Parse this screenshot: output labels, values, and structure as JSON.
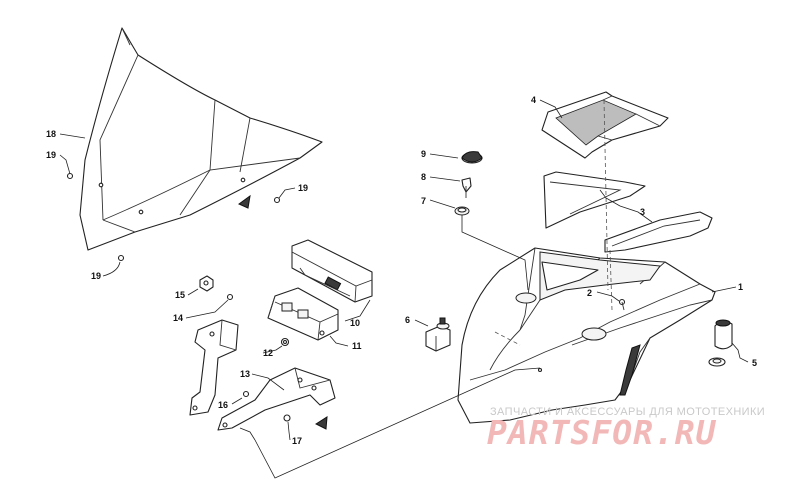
{
  "diagram": {
    "callouts": {
      "c1": "1",
      "c2": "2",
      "c3": "3",
      "c4": "4",
      "c5": "5",
      "c6": "6",
      "c7": "7",
      "c8": "8",
      "c9": "9",
      "c10": "10",
      "c11": "11",
      "c12": "12",
      "c13": "13",
      "c14": "14",
      "c15": "15",
      "c16": "16",
      "c17": "17",
      "c18": "18",
      "c19a": "19",
      "c19b": "19",
      "c19c": "19"
    }
  },
  "watermark": {
    "tagline": "ЗАПЧАСТИ И АКСЕССУАРЫ ДЛЯ МОТОТЕХНИКИ",
    "brand": "PARTSFOR.RU"
  },
  "colors": {
    "line": "#222222",
    "brand": "#f2b8b8",
    "tagline": "#c9c9c9"
  }
}
